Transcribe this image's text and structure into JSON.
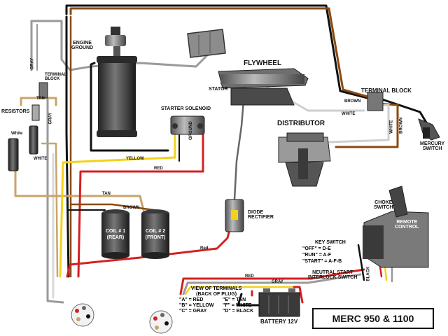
{
  "title": "MERC 950 & 1100",
  "components": {
    "engine_ground": [
      "ENGINE",
      "GROUND"
    ],
    "flywheel": "FLYWHEEL",
    "stator": "STATOR",
    "terminal_block_left": [
      "TERMINAL",
      "BLOCK"
    ],
    "terminal_block_right": "TERMINAL BLOCK",
    "resistors": "RESISTORS",
    "starter_solenoid": "STARTER SOLENOID",
    "distributor": "DISTRIBUTOR",
    "mercury_switch": [
      "MERCURY",
      "SWITCH"
    ],
    "coil1": [
      "COIL # 1",
      "(REAR)"
    ],
    "coil2": [
      "COIL # 2",
      "(FRONT)"
    ],
    "diode_rectifier": [
      "DIODE",
      "RECTIFIER"
    ],
    "choke_switch": [
      "CHOKE",
      "SWITCH"
    ],
    "remote_control": [
      "REMOTE",
      "CONTROL"
    ],
    "neutral_start": [
      "NEUTRAL START",
      "INTERLOCK SWITCH"
    ],
    "battery": "BATTERY 12V",
    "ground": "GROUND"
  },
  "key_switch": {
    "title": "KEY SWITCH",
    "lines": [
      "\"OFF\" = D-E",
      "\"RUN\" = A-F",
      "\"START\" = A-F-B"
    ]
  },
  "terminals_view": {
    "title": "VIEW OF TERMINALS",
    "subtitle": "(BACK OF PLUG)",
    "rows": [
      [
        "\"A\" = RED",
        "\"E\" = TAN"
      ],
      [
        "\"B\" = YELLOW",
        "\"F\" = WHITE"
      ],
      [
        "\"C\" = GRAY",
        "\"D\" = BLACK"
      ]
    ]
  },
  "wire_labels": {
    "gray": "GRAY",
    "white": "White",
    "tan": "TAN",
    "white_caps": "WHITE",
    "yellow": "YELLOW",
    "red": "RED",
    "red_mixed": "Red",
    "brown": "BROWN",
    "black": "BLACK"
  },
  "colors": {
    "black": "#111111",
    "gray": "#9a9a9a",
    "red": "#d42020",
    "yellow": "#f2d21a",
    "tan": "#c9a46a",
    "brown": "#8a4a12",
    "white": "#ffffff"
  },
  "icons": [
    "starter-motor-icon",
    "flywheel-icon",
    "distributor-icon",
    "coil-icon",
    "battery-icon",
    "mercury-switch-icon",
    "key-switch-icon",
    "plug-icon",
    "resistor-icon",
    "solenoid-icon",
    "diode-icon",
    "terminal-block-icon"
  ]
}
